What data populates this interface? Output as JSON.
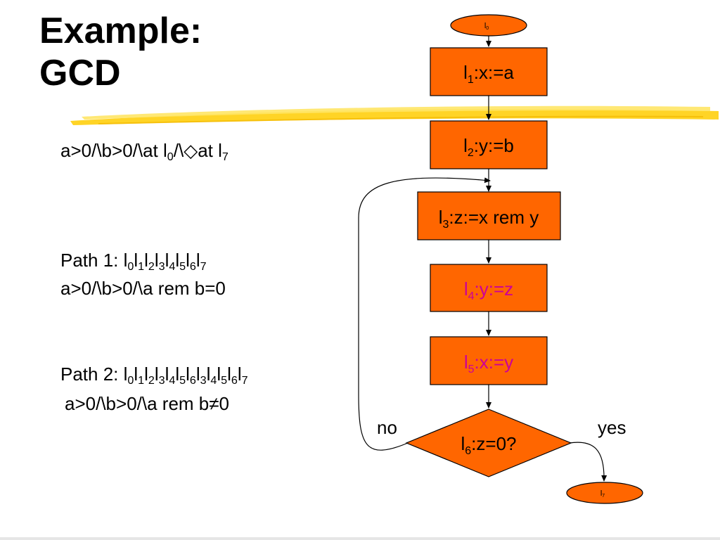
{
  "title": {
    "line1": "Example:",
    "line2": "GCD"
  },
  "text": {
    "spec": {
      "parts": [
        "a>0/\\b>0/\\at l",
        "0",
        "/\\",
        "◇",
        "at l",
        "7"
      ]
    },
    "path1": {
      "label": "Path 1:",
      "seq": [
        "0",
        "1",
        "2",
        "3",
        "4",
        "5",
        "6",
        "7"
      ],
      "cond": "a>0/\\b>0/\\a rem b=0"
    },
    "path2": {
      "label": "Path 2:",
      "seq": [
        "0",
        "1",
        "2",
        "3",
        "4",
        "5",
        "6",
        "3",
        "4",
        "5",
        "6",
        "7"
      ],
      "cond": "a>0/\\b>0/\\a rem b≠0"
    }
  },
  "diagram": {
    "nodes": {
      "l0": {
        "label": "l",
        "sub": "0"
      },
      "l1": {
        "label": "l",
        "sub": "1",
        "rest": ":x:=a",
        "color": "#000000"
      },
      "l2": {
        "label": "l",
        "sub": "2",
        "rest": ":y:=b",
        "color": "#000000"
      },
      "l3": {
        "label": "l",
        "sub": "3",
        "rest": ":z:=x rem y",
        "color": "#000000"
      },
      "l4": {
        "label": "l",
        "sub": "4",
        "rest": ":y:=z",
        "color": "#cc0099"
      },
      "l5": {
        "label": "l",
        "sub": "5",
        "rest": ":x:=y",
        "color": "#cc0099"
      },
      "l6": {
        "label": "l",
        "sub": "6",
        "rest": ":z=0?",
        "color": "#000000"
      },
      "l7": {
        "label": "l",
        "sub": "7"
      }
    },
    "edge_labels": {
      "no": "no",
      "yes": "yes"
    }
  },
  "colors": {
    "node_fill": "#ff6600",
    "node_stroke": "#000000",
    "highlight": "#ffcc00",
    "highlight_light": "#ffe566"
  }
}
